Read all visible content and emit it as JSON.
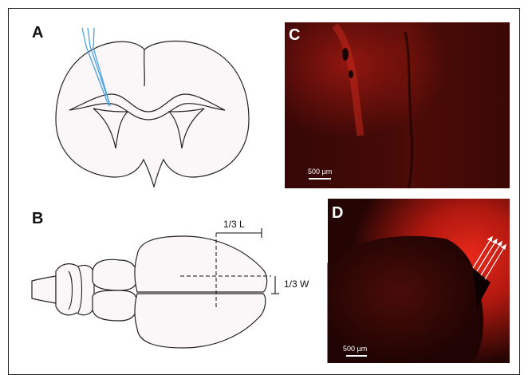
{
  "panels": {
    "a": {
      "label": "A"
    },
    "b": {
      "label": "B",
      "length_label": "1/3 L",
      "width_label": "1/3 W"
    },
    "c": {
      "label": "C",
      "scale_bar": "500 µm"
    },
    "d": {
      "label": "D",
      "scale_bar": "500 µm"
    }
  },
  "colors": {
    "tissue_fill": "#fbf6f8",
    "outline": "#222222",
    "electrode": "#4aa3e0",
    "fluorescence": "#d01810"
  }
}
